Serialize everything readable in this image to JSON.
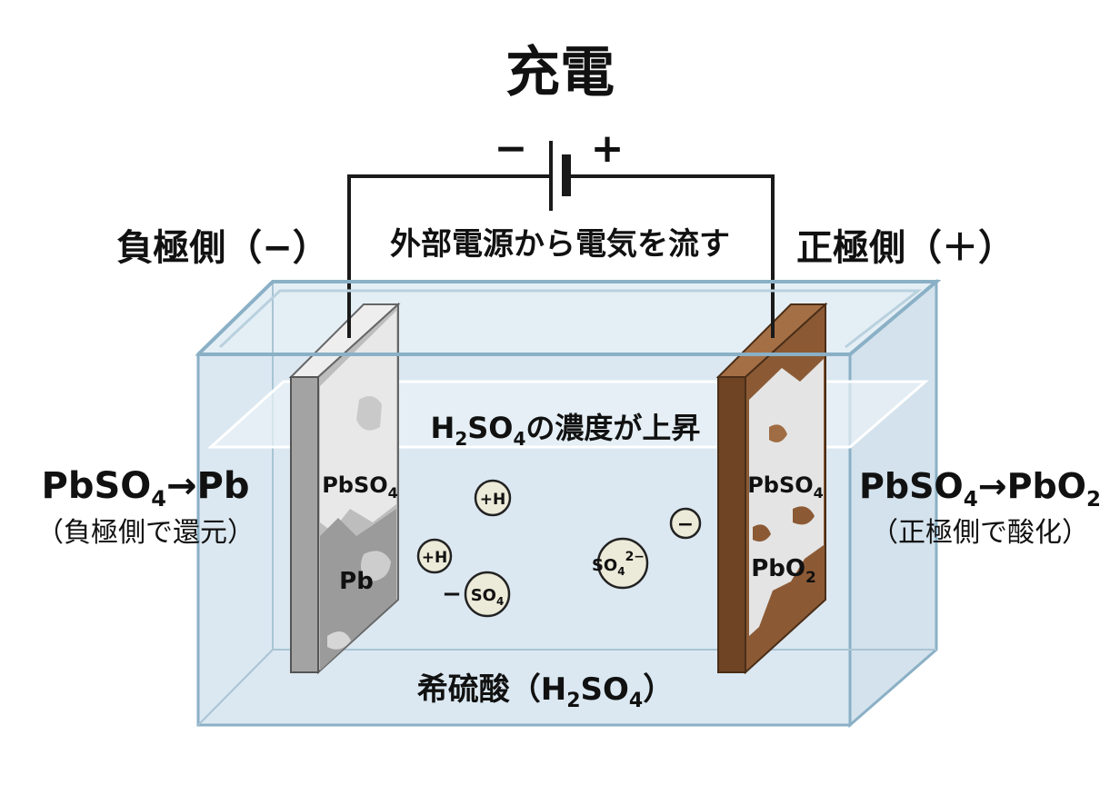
{
  "title": "充電",
  "power_source": {
    "minus_symbol": "−",
    "plus_symbol": "+",
    "description": "外部電源から電気を流す"
  },
  "negative_side": {
    "heading": "負極側（−）",
    "reaction": {
      "reactant": "PbSO",
      "reactant_sub": "4",
      "product": "Pb",
      "arrow": "→"
    },
    "note": "（負極側で還元）",
    "plate_labels": {
      "top": {
        "main": "PbSO",
        "sub": "4"
      },
      "bottom": {
        "main": "Pb"
      }
    }
  },
  "positive_side": {
    "heading": "正極側（＋）",
    "reaction": {
      "reactant": "PbSO",
      "reactant_sub": "4",
      "product": "PbO",
      "product_sub": "2",
      "arrow": "→"
    },
    "note": "（正極側で酸化）",
    "plate_labels": {
      "top": {
        "main": "PbSO",
        "sub": "4"
      },
      "bottom": {
        "main": "PbO",
        "sub": "2"
      }
    }
  },
  "electrolyte": {
    "concentration_note": {
      "pre": "H",
      "sub1": "2",
      "mid": "SO",
      "sub2": "4",
      "post": "の濃度が上昇"
    },
    "name": {
      "pre": "希硫酸（H",
      "sub1": "2",
      "mid": "SO",
      "sub2": "4",
      "post": "）"
    }
  },
  "ions": {
    "h_plus_1": "+H",
    "h_plus_2": "+H",
    "so4_left": {
      "sign": "−",
      "main": "SO",
      "sub": "4"
    },
    "so4_right": {
      "main": "SO",
      "sub": "4",
      "sup": "2−"
    },
    "electron": "−"
  },
  "colors": {
    "tank_fill": "#dbe8f1",
    "tank_edge": "#8ab0c6",
    "neg_plate": "#cfcfcf",
    "neg_plate_dark": "#9a9a9a",
    "pos_plate": "#8b5a35",
    "pos_plate_light": "#e2e2e2",
    "ion_fill": "#ecead8",
    "wire": "#1a1a1a"
  }
}
